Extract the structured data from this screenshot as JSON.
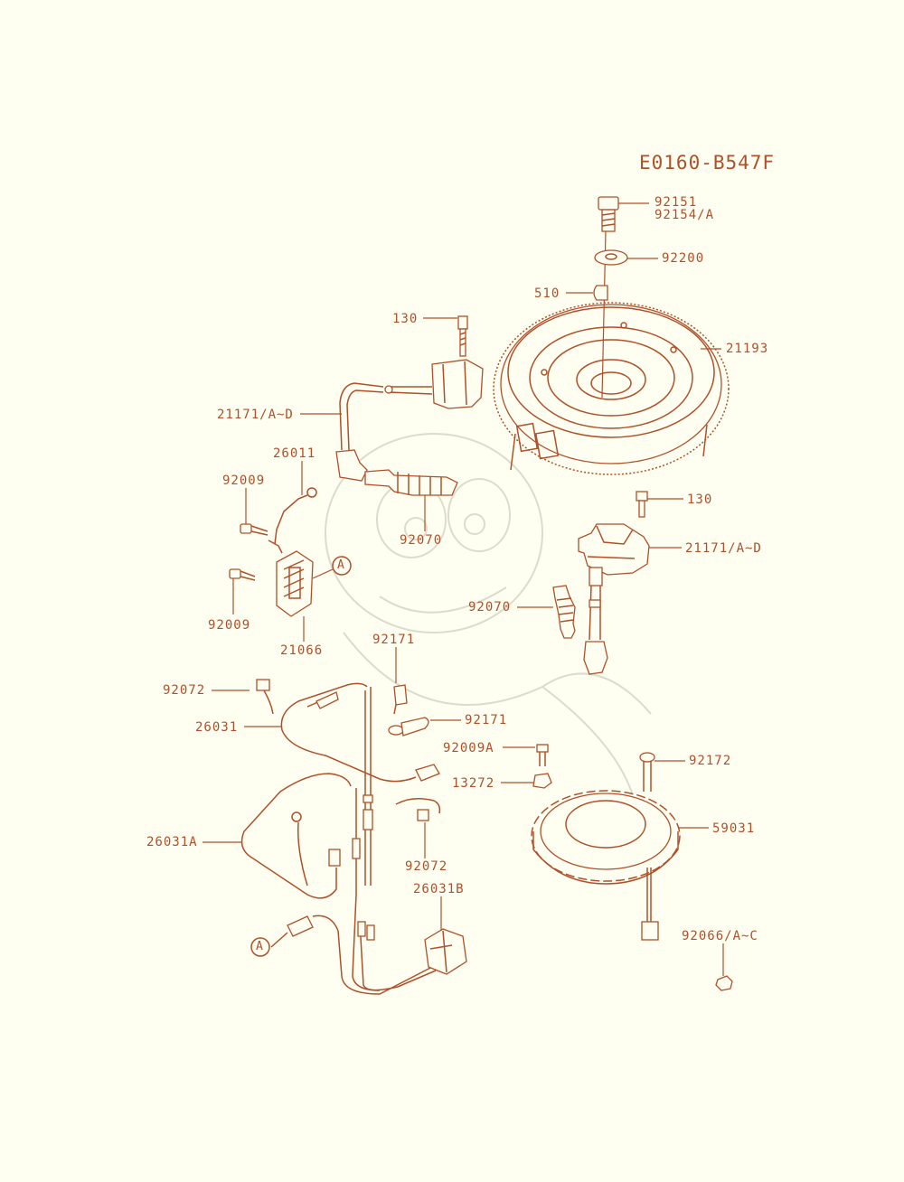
{
  "diagram": {
    "code": "E0160-B547F",
    "callout_marker": "A",
    "labels": {
      "p92151": "92151",
      "p92154A": "92154/A",
      "p92200": "92200",
      "p510": "510",
      "p130_top": "130",
      "p21193": "21193",
      "p21171_left": "21171/A~D",
      "p26011": "26011",
      "p92009_upper": "92009",
      "p92070_left": "92070",
      "p92009_lower": "92009",
      "p21066": "21066",
      "p130_right": "130",
      "p21171_right": "21171/A~D",
      "p92070_right": "92070",
      "p92171_upper": "92171",
      "p92072_left": "92072",
      "p26031": "26031",
      "p92171_lower": "92171",
      "p92009A": "92009A",
      "p92172": "92172",
      "p13272": "13272",
      "p59031": "59031",
      "p26031A": "26031A",
      "p92072_center": "92072",
      "p26031B": "26031B",
      "p92066": "92066/A~C"
    },
    "colors": {
      "ink": "#b0502a",
      "paper": "#fefef1",
      "watermark": "#dcdccd"
    }
  }
}
